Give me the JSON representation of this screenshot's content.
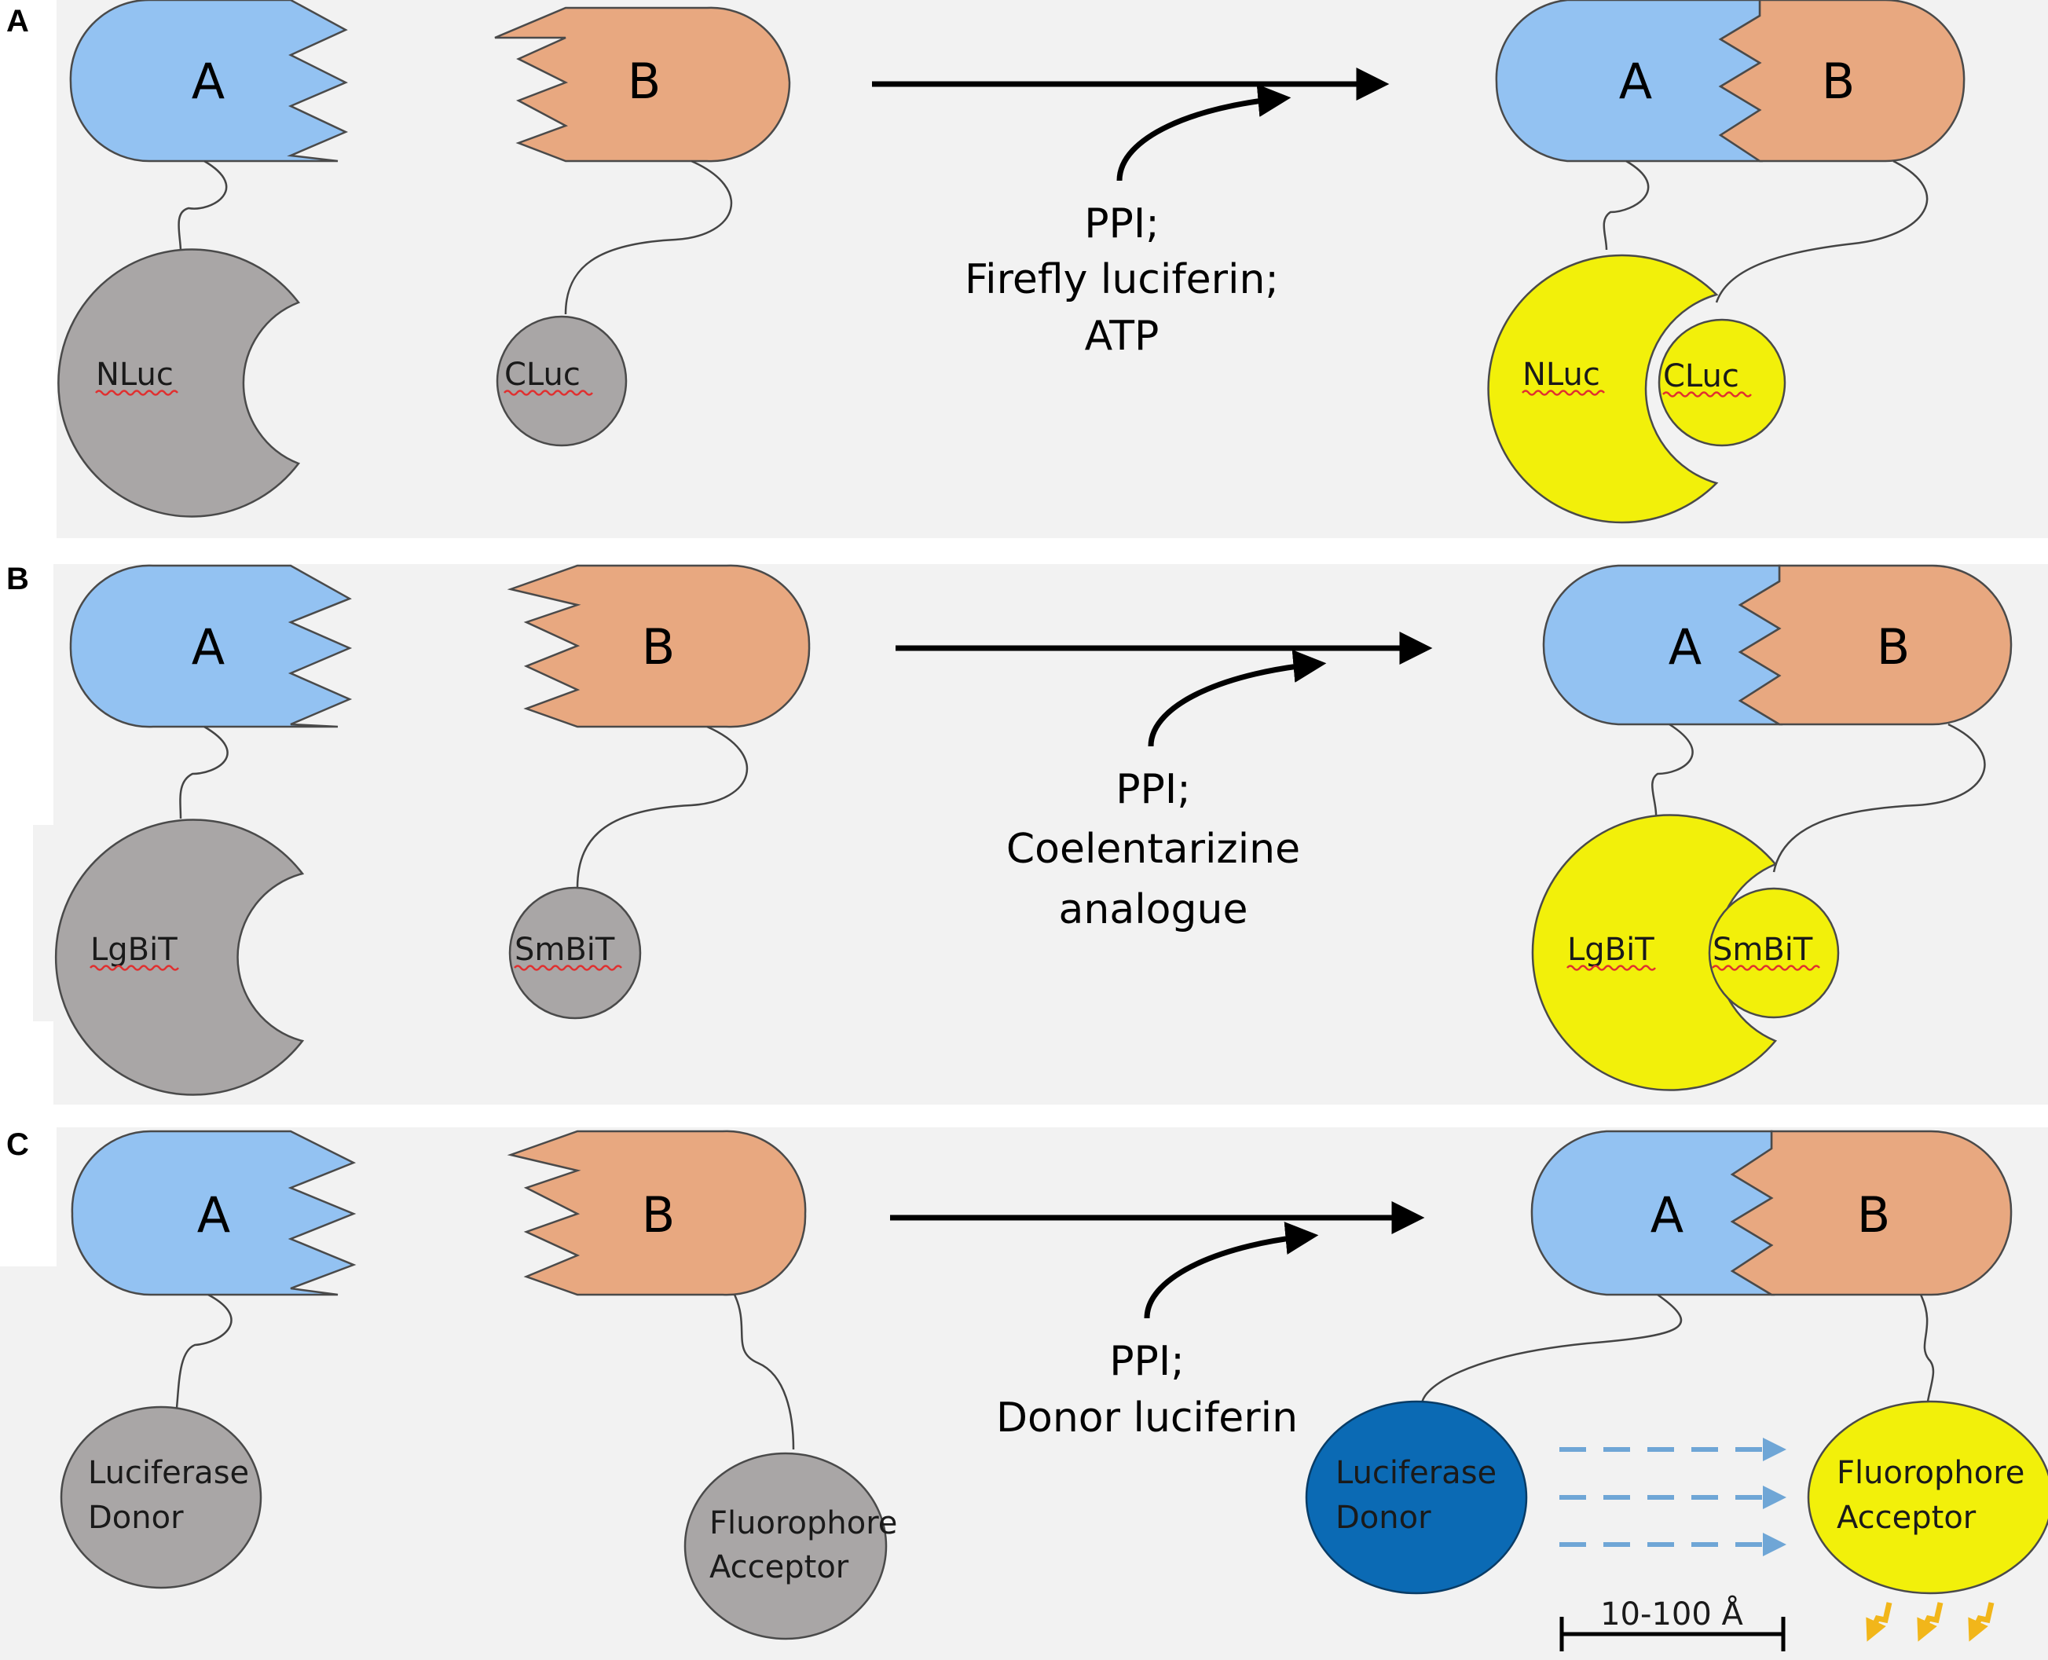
{
  "panels": [
    {
      "letter": "A",
      "protein_a": "A",
      "protein_b": "B",
      "part_a": "NLuc",
      "part_b": "CLuc",
      "conditions": [
        "PPI;",
        "Firefly luciferin;",
        "ATP"
      ],
      "complex_a": "A",
      "complex_b": "B",
      "complex_part_a": "NLuc",
      "complex_part_b": "CLuc"
    },
    {
      "letter": "B",
      "protein_a": "A",
      "protein_b": "B",
      "part_a": "LgBiT",
      "part_b": "SmBiT",
      "conditions": [
        "PPI;",
        "Coelentarizine",
        "analogue"
      ],
      "complex_a": "A",
      "complex_b": "B",
      "complex_part_a": "LgBiT",
      "complex_part_b": "SmBiT"
    },
    {
      "letter": "C",
      "protein_a": "A",
      "protein_b": "B",
      "donor_lines": [
        "Luciferase",
        "Donor"
      ],
      "acceptor_lines": [
        "Fluorophore",
        "Acceptor"
      ],
      "conditions": [
        "PPI;",
        "Donor luciferin"
      ],
      "complex_a": "A",
      "complex_b": "B",
      "complex_donor_lines": [
        "Luciferase",
        "Donor"
      ],
      "complex_acceptor_lines": [
        "Fluorophore",
        "Acceptor"
      ],
      "distance_label": "10-100 Å"
    }
  ],
  "colors": {
    "panel_bg": "#f2f2f2",
    "protein_a": "#93c2f2",
    "protein_b": "#e8a880",
    "inactive": "#a9a6a6",
    "active": "#f2f00a",
    "donor_active": "#0b6ab4",
    "transfer_arrows": "#6fa6d6",
    "emission_arrows": "#f2b61a"
  }
}
